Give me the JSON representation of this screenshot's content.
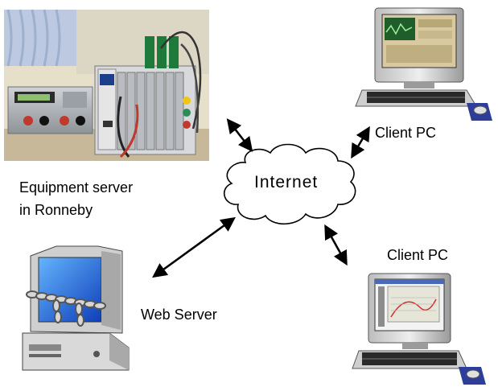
{
  "nodes": {
    "equipment_server": {
      "label_line1": "Equipment server",
      "label_line2": "in Ronneby"
    },
    "internet": {
      "label": "Internet"
    },
    "client_pc_1": {
      "label": "Client PC"
    },
    "client_pc_2": {
      "label": "Client PC"
    },
    "web_server": {
      "label": "Web Server"
    }
  },
  "colors": {
    "background": "#ffffff",
    "arrow": "#000000",
    "monitor_body": "#d9d9d9",
    "web_screen": "#1f6fd6",
    "mousepad": "#2c3e9a",
    "photo_wall": "#e9e1cc"
  },
  "icons": [
    "photo-of-lab-equipment",
    "cloud-icon",
    "computer-icon",
    "chained-computer-icon",
    "mouse-icon"
  ]
}
